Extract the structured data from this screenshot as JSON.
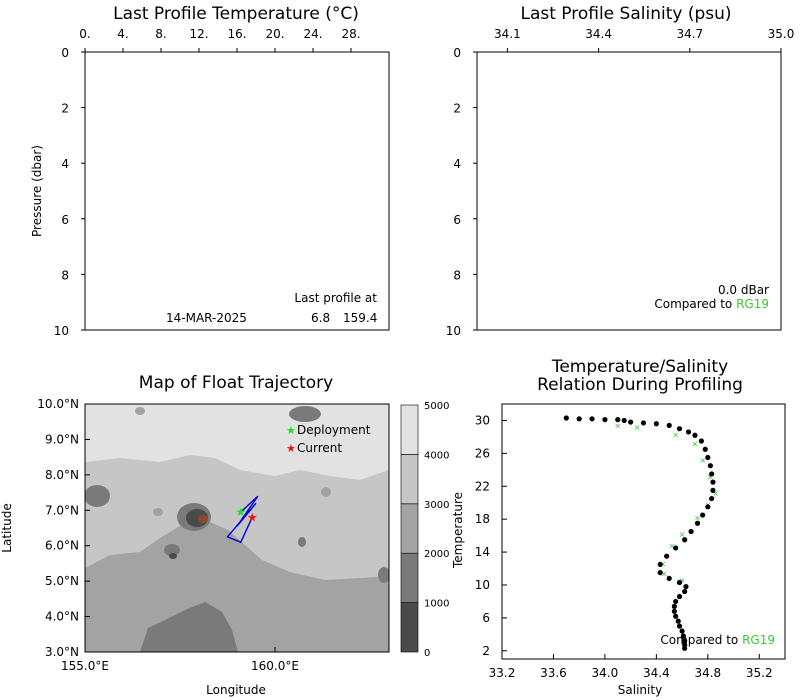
{
  "colors": {
    "deployment": "#22dd22",
    "current": "#ee1111",
    "reference": "#33cc33",
    "trajectory": "#0000dd",
    "land_shades": [
      "#4a4a4a",
      "#7a7a7a",
      "#a3a3a3",
      "#c6c6c6",
      "#e2e2e2"
    ]
  },
  "chart_data": [
    {
      "id": "temperature-profile",
      "type": "line",
      "title": "Last Profile Temperature (°C)",
      "ylabel": "Pressure (dbar)",
      "xlim": [
        0,
        32
      ],
      "ylim": [
        10,
        0
      ],
      "x_ticks": [
        "0.",
        "4.",
        "8.",
        "12.",
        "16.",
        "20.",
        "24.",
        "28."
      ],
      "x_tick_values": [
        0,
        4,
        8,
        12,
        16,
        20,
        24,
        28
      ],
      "y_ticks": [
        "0",
        "2",
        "4",
        "6",
        "8",
        "10"
      ],
      "y_tick_values": [
        0,
        2,
        4,
        6,
        8,
        10
      ],
      "series": [],
      "annotation": {
        "line1": "Last profile at",
        "date": "14-MAR-2025",
        "lat": "6.8",
        "lon": "159.4"
      }
    },
    {
      "id": "salinity-profile",
      "type": "line",
      "title": "Last Profile Salinity (psu)",
      "xlim": [
        34.0,
        35.0
      ],
      "ylim": [
        10,
        0
      ],
      "x_ticks": [
        "34.1",
        "34.4",
        "34.7",
        "35.0"
      ],
      "x_tick_values": [
        34.1,
        34.4,
        34.7,
        35.0
      ],
      "y_ticks": [
        "0",
        "2",
        "4",
        "6",
        "8",
        "10"
      ],
      "y_tick_values": [
        0,
        2,
        4,
        6,
        8,
        10
      ],
      "series": [],
      "annotation": {
        "depth": "0.0 dBar",
        "compared_prefix": "Compared to ",
        "reference": "RG19"
      }
    },
    {
      "id": "trajectory-map",
      "type": "heatmap",
      "title": "Map of Float Trajectory",
      "xlabel": "Longitude",
      "ylabel": "Latitude",
      "xlim": [
        155.0,
        163.0
      ],
      "ylim": [
        3.0,
        10.0
      ],
      "x_ticks": [
        "155.0°E",
        "160.0°E"
      ],
      "x_tick_values": [
        155.0,
        160.0
      ],
      "y_ticks": [
        "3.0°N",
        "4.0°N",
        "5.0°N",
        "6.0°N",
        "7.0°N",
        "8.0°N",
        "9.0°N",
        "10.0°N"
      ],
      "y_tick_values": [
        3,
        4,
        5,
        6,
        7,
        8,
        9,
        10
      ],
      "colorbar": {
        "levels": [
          0,
          1000,
          2000,
          3000,
          4000,
          5000
        ],
        "labels": [
          "0",
          "1000",
          "2000",
          "3000",
          "4000",
          "5000"
        ]
      },
      "legend": {
        "deployment": "Deployment",
        "current": "Current"
      },
      "deployment_point": {
        "lon": 159.1,
        "lat": 6.95
      },
      "current_point": {
        "lon": 159.4,
        "lat": 6.8
      },
      "trajectory": [
        {
          "lon": 159.1,
          "lat": 6.95
        },
        {
          "lon": 159.55,
          "lat": 7.4
        },
        {
          "lon": 159.0,
          "lat": 6.55
        },
        {
          "lon": 159.5,
          "lat": 7.2
        },
        {
          "lon": 158.75,
          "lat": 6.25
        },
        {
          "lon": 159.1,
          "lat": 6.1
        },
        {
          "lon": 159.4,
          "lat": 6.8
        }
      ]
    },
    {
      "id": "ts-relation",
      "type": "scatter",
      "title_line1": "Temperature/Salinity",
      "title_line2": "Relation During Profiling",
      "xlabel": "Salinity",
      "ylabel": "Temperature",
      "xlim": [
        33.2,
        35.4
      ],
      "ylim": [
        1,
        32
      ],
      "x_ticks": [
        "33.2",
        "33.6",
        "34.0",
        "34.4",
        "34.8",
        "35.2"
      ],
      "x_tick_values": [
        33.2,
        33.6,
        34.0,
        34.4,
        34.8,
        35.2
      ],
      "y_ticks": [
        "2",
        "6",
        "10",
        "14",
        "18",
        "22",
        "26",
        "30"
      ],
      "y_tick_values": [
        2,
        6,
        10,
        14,
        18,
        22,
        26,
        30
      ],
      "annotation": {
        "compared_prefix": "Compared to ",
        "reference": "RG19"
      },
      "series": [
        {
          "role": "profiles",
          "points": [
            [
              33.7,
              30.3
            ],
            [
              33.8,
              30.2
            ],
            [
              33.9,
              30.2
            ],
            [
              34.0,
              30.1
            ],
            [
              34.1,
              30.1
            ],
            [
              34.15,
              30.0
            ],
            [
              34.2,
              29.8
            ],
            [
              34.3,
              29.7
            ],
            [
              34.4,
              29.6
            ],
            [
              34.5,
              29.4
            ],
            [
              34.58,
              29.0
            ],
            [
              34.65,
              28.6
            ],
            [
              34.7,
              28.2
            ],
            [
              34.75,
              27.5
            ],
            [
              34.78,
              26.5
            ],
            [
              34.8,
              25.5
            ],
            [
              34.82,
              24.5
            ],
            [
              34.83,
              23.5
            ],
            [
              34.84,
              22.5
            ],
            [
              34.84,
              21.5
            ],
            [
              34.83,
              20.5
            ],
            [
              34.8,
              19.5
            ],
            [
              34.76,
              18.5
            ],
            [
              34.72,
              17.5
            ],
            [
              34.67,
              16.5
            ],
            [
              34.62,
              15.5
            ],
            [
              34.55,
              14.5
            ],
            [
              34.48,
              13.5
            ],
            [
              34.43,
              12.5
            ],
            [
              34.43,
              11.5
            ],
            [
              34.5,
              10.8
            ],
            [
              34.58,
              10.3
            ],
            [
              34.63,
              9.8
            ],
            [
              34.62,
              9.2
            ],
            [
              34.58,
              8.6
            ],
            [
              34.55,
              8.0
            ],
            [
              34.54,
              7.4
            ],
            [
              34.54,
              6.8
            ],
            [
              34.55,
              6.2
            ],
            [
              34.57,
              5.6
            ],
            [
              34.58,
              5.0
            ],
            [
              34.6,
              4.4
            ],
            [
              34.61,
              3.8
            ],
            [
              34.62,
              3.2
            ],
            [
              34.62,
              2.7
            ],
            [
              34.62,
              2.3
            ]
          ]
        },
        {
          "role": "reference",
          "points": [
            [
              34.1,
              29.4
            ],
            [
              34.25,
              29.2
            ],
            [
              34.55,
              28.3
            ],
            [
              34.7,
              27.2
            ],
            [
              34.76,
              25.2
            ],
            [
              34.82,
              23.2
            ],
            [
              34.86,
              21.2
            ],
            [
              34.8,
              19.8
            ],
            [
              34.72,
              18.2
            ],
            [
              34.6,
              16.2
            ],
            [
              34.52,
              14.8
            ],
            [
              34.45,
              12.6
            ],
            [
              34.46,
              11.4
            ],
            [
              34.6,
              10.6
            ]
          ]
        }
      ]
    }
  ]
}
